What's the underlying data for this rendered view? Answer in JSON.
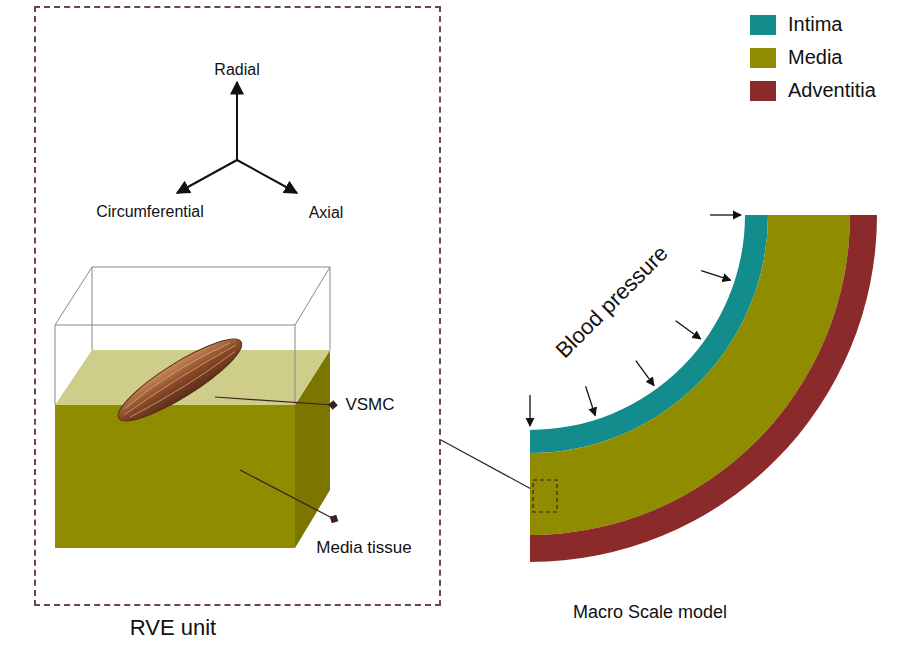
{
  "diagram": {
    "nodes": [
      {
        "text": [
          "RVE unit"
        ]
      }
    ],
    "labels": [
      "Radial",
      "Circumferential",
      "Axial",
      "VSMC",
      "Media tissue",
      "Blood pressure",
      "Macro Scale model"
    ],
    "legend": [
      {
        "text": "Intima",
        "color": "#128c8c"
      },
      {
        "text": "Media",
        "color": "#8f8c00"
      },
      {
        "text": "Adventitia",
        "color": "#8b2a2a"
      }
    ]
  }
}
